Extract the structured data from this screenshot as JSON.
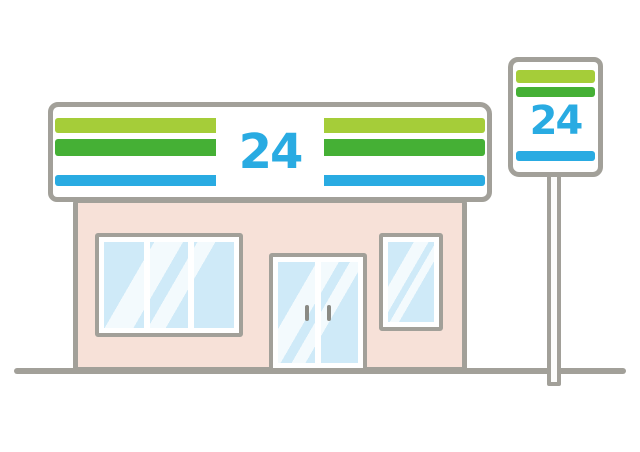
{
  "scene": {
    "title": "24-hour convenience store illustration",
    "store_sign": {
      "text": "24"
    },
    "pole_sign": {
      "text": "24"
    },
    "colors": {
      "lime_stripe": "#a5cd39",
      "green_stripe": "#45b035",
      "blue_stripe": "#29abe2",
      "sign_text_blue": "#29abe2",
      "facade_pink": "#f7e1d8",
      "window_blue": "#cfeaf8",
      "outline_gray": "#a2a099",
      "background": "#ffffff"
    }
  }
}
